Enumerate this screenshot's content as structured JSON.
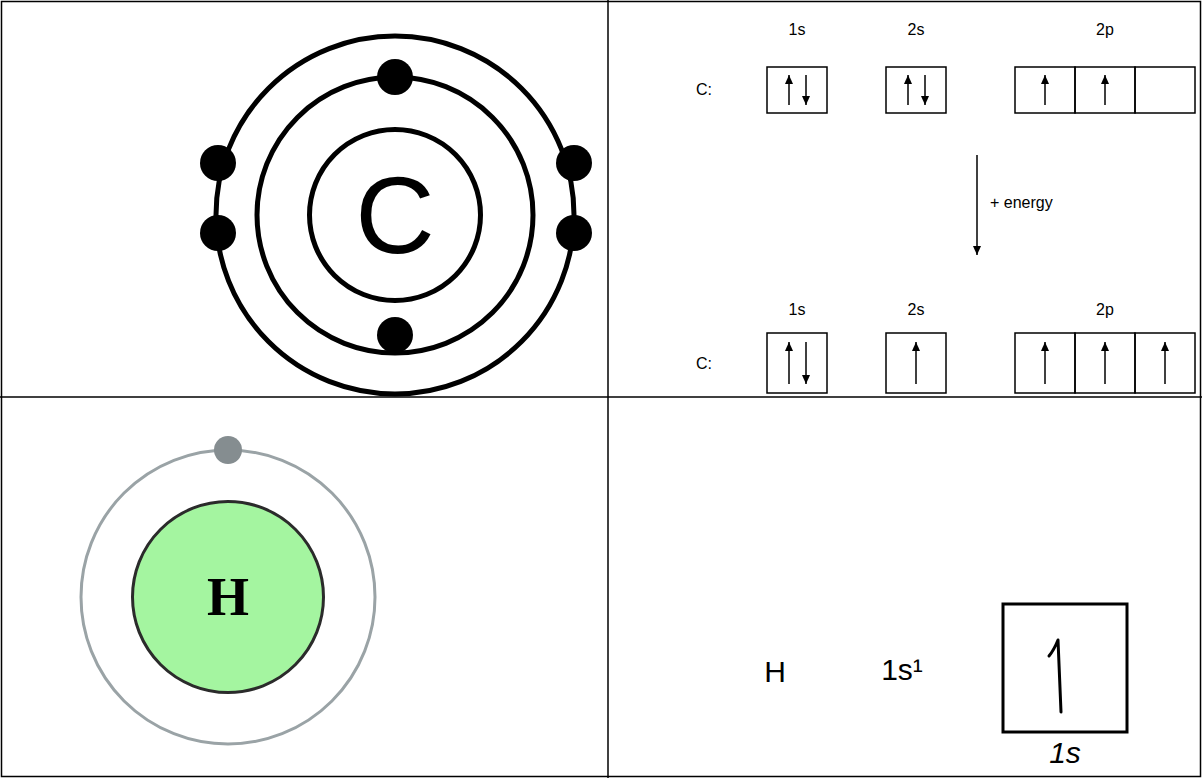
{
  "diagram": {
    "nodes": [
      {
        "text": [
          "C"
        ]
      },
      {
        "text": [
          "H"
        ]
      }
    ],
    "labels": [
      "1s",
      "2s",
      "2p",
      "C:",
      "+ energy",
      "1s",
      "2s",
      "2p",
      "C:",
      "H",
      "1s¹",
      "1s"
    ]
  }
}
